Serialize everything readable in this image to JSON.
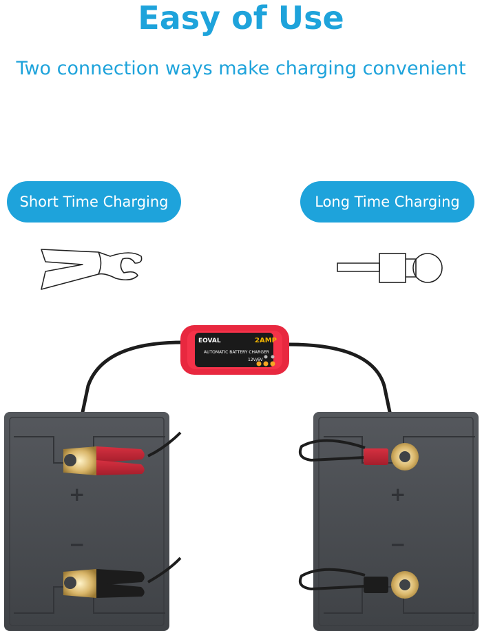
{
  "header": {
    "title": "Easy of Use",
    "subtitle": "Two connection ways make charging convenient"
  },
  "modes": {
    "short": "Short Time Charging",
    "long": "Long Time Charging"
  },
  "charger": {
    "brand": "EOVAL",
    "amp": "2AMP",
    "label": "AUTOMATIC BATTERY CHARGER",
    "voltage": "12V/6V"
  },
  "colors": {
    "accent": "#1ea3db",
    "charger_red": "#e8283f",
    "battery": "#4a4d52",
    "clamp_red": "#c62828"
  },
  "icons": {
    "left": "alligator-clamp-icon",
    "right": "ring-terminal-icon"
  },
  "battery_marks": {
    "plus": "+",
    "minus": "−"
  }
}
